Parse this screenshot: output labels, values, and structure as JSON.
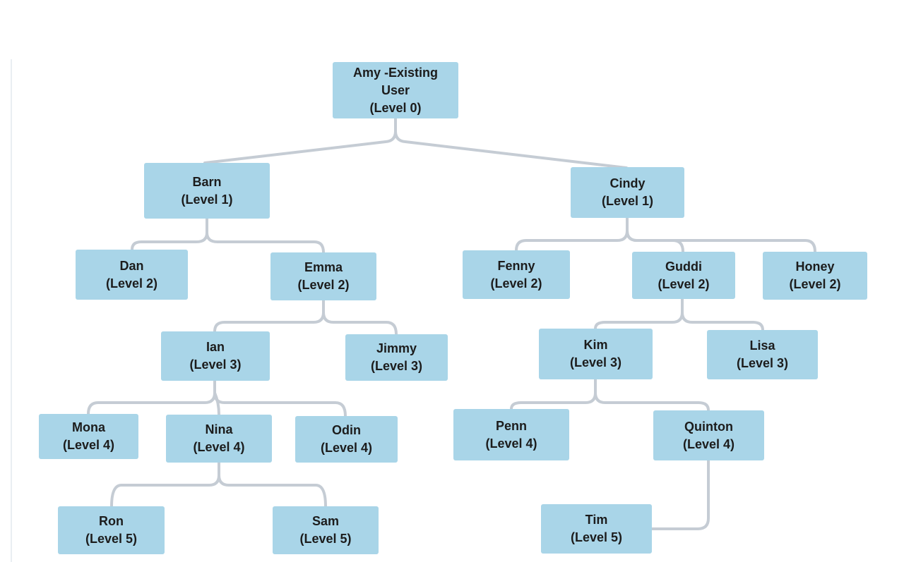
{
  "nodes": [
    {
      "id": "amy",
      "lines": [
        "Amy -Existing",
        "User",
        "(Level 0)"
      ]
    },
    {
      "id": "barn",
      "lines": [
        "Barn",
        "(Level 1)"
      ]
    },
    {
      "id": "cindy",
      "lines": [
        "Cindy",
        "(Level 1)"
      ]
    },
    {
      "id": "dan",
      "lines": [
        "Dan",
        "(Level 2)"
      ]
    },
    {
      "id": "emma",
      "lines": [
        "Emma",
        "(Level 2)"
      ]
    },
    {
      "id": "fenny",
      "lines": [
        "Fenny",
        "(Level 2)"
      ]
    },
    {
      "id": "guddi",
      "lines": [
        "Guddi",
        "(Level 2)"
      ]
    },
    {
      "id": "honey",
      "lines": [
        "Honey",
        "(Level 2)"
      ]
    },
    {
      "id": "ian",
      "lines": [
        "Ian",
        "(Level 3)"
      ]
    },
    {
      "id": "jimmy",
      "lines": [
        "Jimmy",
        "(Level 3)"
      ]
    },
    {
      "id": "kim",
      "lines": [
        "Kim",
        "(Level 3)"
      ]
    },
    {
      "id": "lisa",
      "lines": [
        "Lisa",
        "(Level 3)"
      ]
    },
    {
      "id": "mona",
      "lines": [
        "Mona",
        "(Level 4)"
      ]
    },
    {
      "id": "nina",
      "lines": [
        "Nina",
        "(Level 4)"
      ]
    },
    {
      "id": "odin",
      "lines": [
        "Odin",
        "(Level 4)"
      ]
    },
    {
      "id": "penn",
      "lines": [
        "Penn",
        "(Level 4)"
      ]
    },
    {
      "id": "quinton",
      "lines": [
        "Quinton",
        "(Level 4)"
      ]
    },
    {
      "id": "ron",
      "lines": [
        "Ron",
        "(Level 5)"
      ]
    },
    {
      "id": "sam",
      "lines": [
        "Sam",
        "(Level 5)"
      ]
    },
    {
      "id": "tim",
      "lines": [
        "Tim",
        "(Level 5)"
      ]
    }
  ],
  "edges": [
    [
      "amy",
      "barn"
    ],
    [
      "amy",
      "cindy"
    ],
    [
      "barn",
      "dan"
    ],
    [
      "barn",
      "emma"
    ],
    [
      "cindy",
      "fenny"
    ],
    [
      "cindy",
      "guddi"
    ],
    [
      "cindy",
      "honey"
    ],
    [
      "emma",
      "ian"
    ],
    [
      "emma",
      "jimmy"
    ],
    [
      "guddi",
      "kim"
    ],
    [
      "guddi",
      "lisa"
    ],
    [
      "ian",
      "mona"
    ],
    [
      "ian",
      "nina"
    ],
    [
      "ian",
      "odin"
    ],
    [
      "kim",
      "penn"
    ],
    [
      "kim",
      "quinton"
    ],
    [
      "nina",
      "ron"
    ],
    [
      "nina",
      "sam"
    ],
    [
      "quinton",
      "tim"
    ]
  ],
  "colors": {
    "node_fill": "#a9d5e8",
    "connector": "#c5ccd4",
    "text": "#1c1c1c",
    "background": "#ffffff"
  }
}
